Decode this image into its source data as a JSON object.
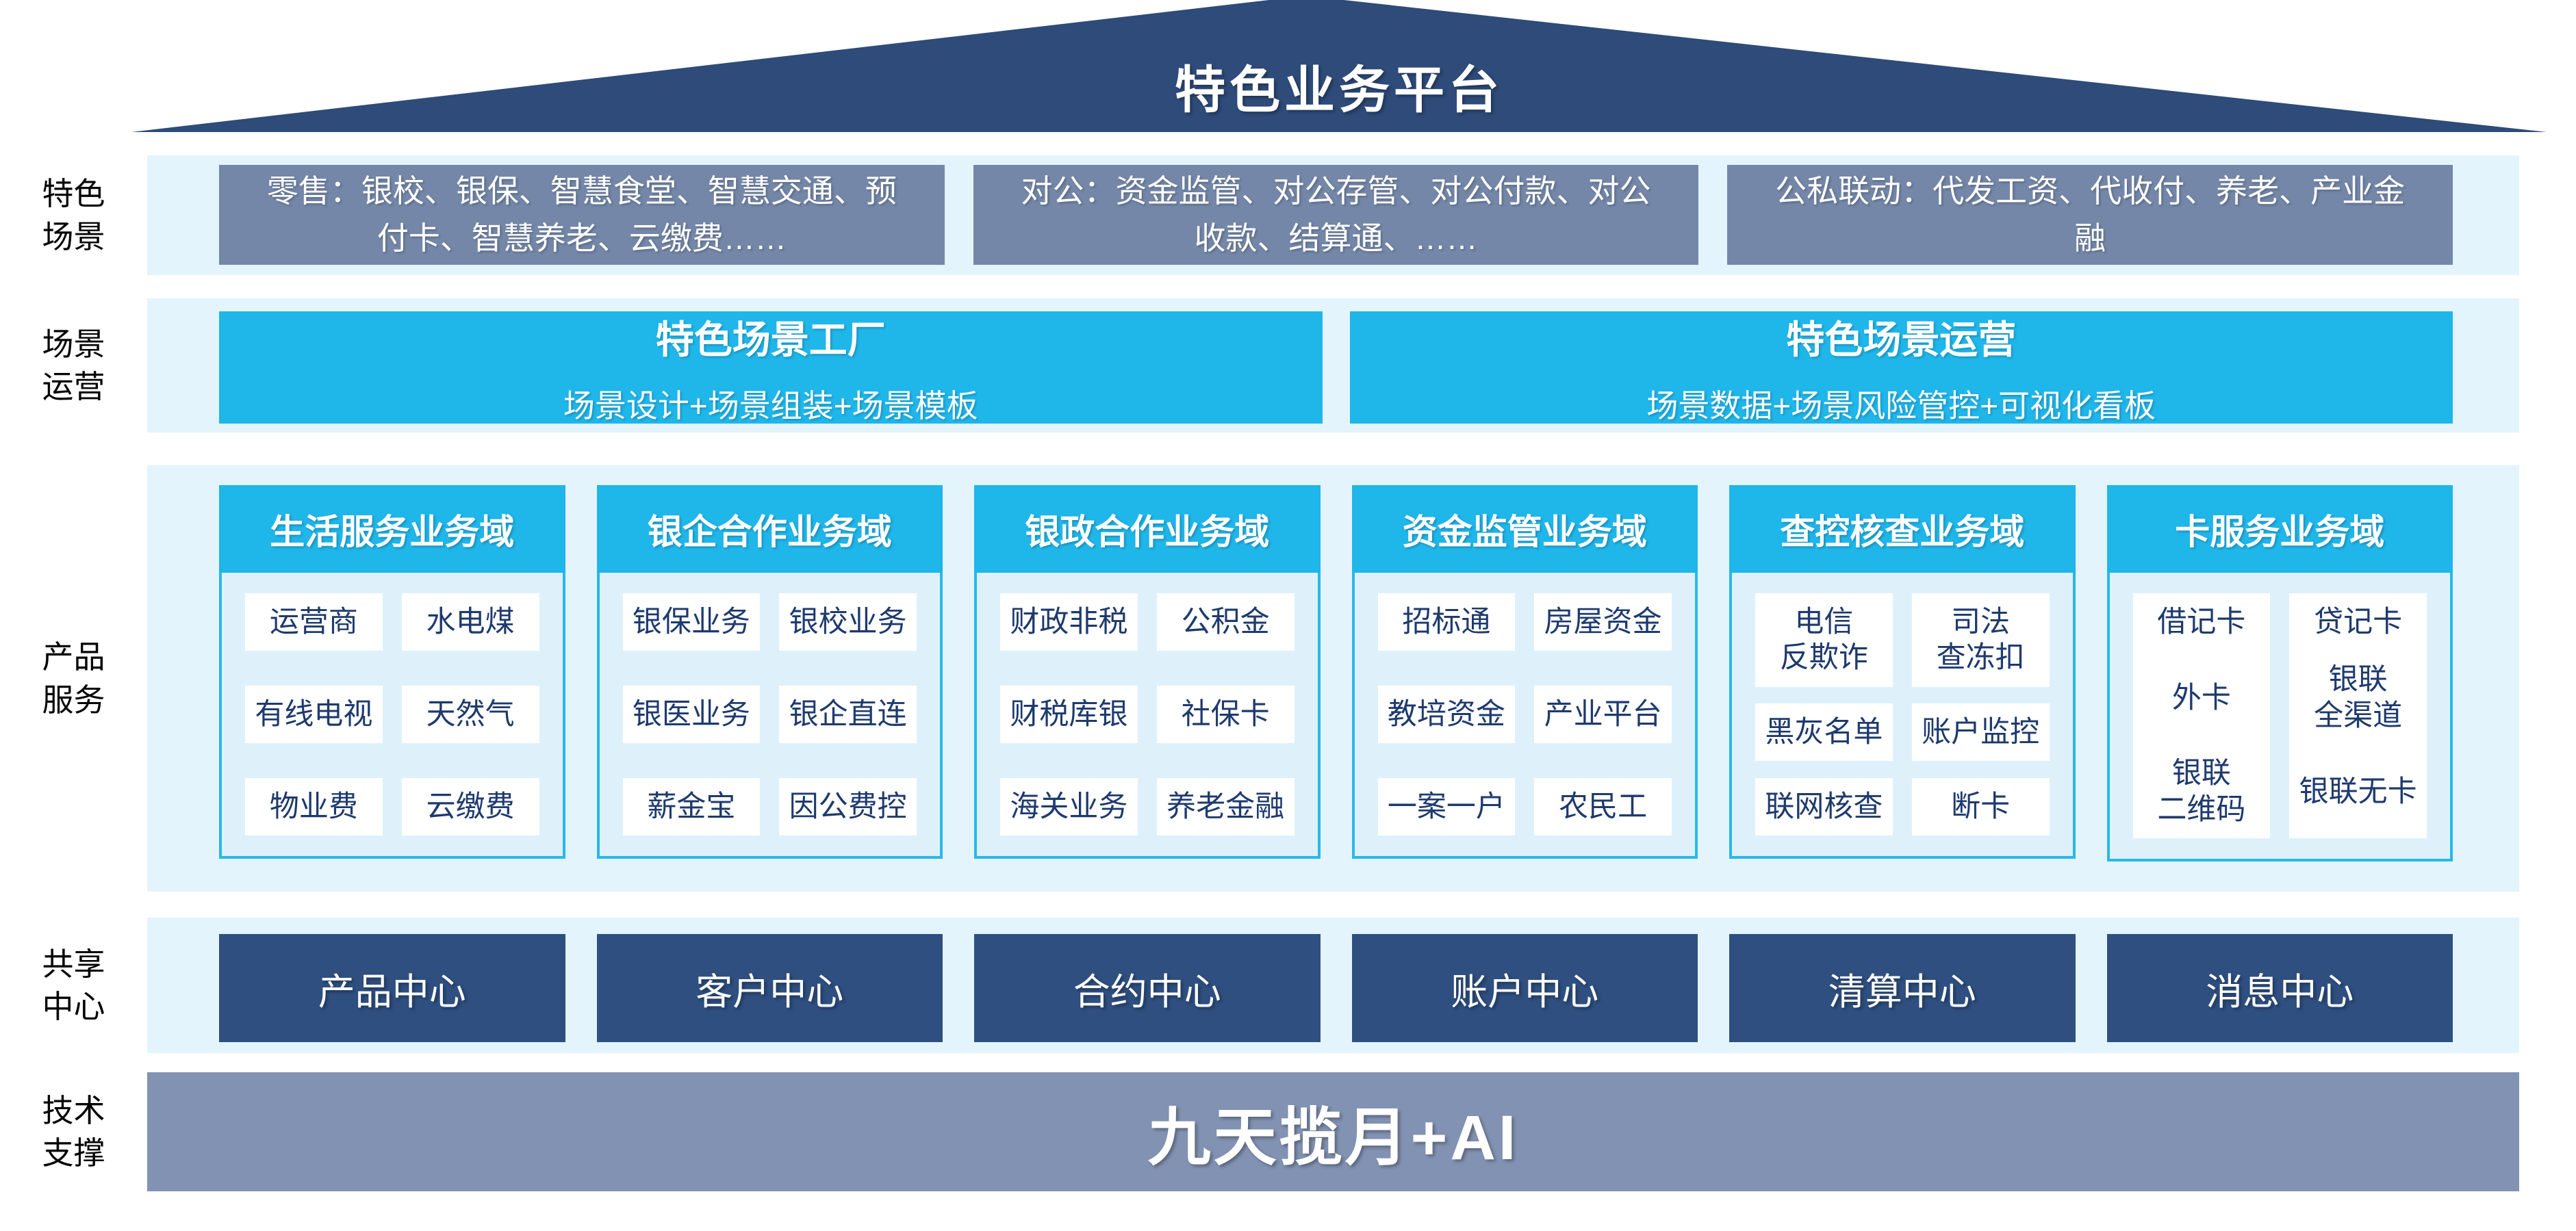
{
  "roof": {
    "title": "特色业务平台"
  },
  "scenes": {
    "label": "特色\n场景",
    "boxes": [
      "零售：银校、银保、智慧食堂、智慧交通、预付卡、智慧养老、云缴费……",
      "对公：资金监管、对公存管、对公付款、对公收款、结算通、……",
      "公私联动：代发工资、代收付、养老、产业金融"
    ]
  },
  "operations": {
    "label": "场景\n运营",
    "boxes": [
      {
        "title": "特色场景工厂",
        "subtitle": "场景设计+场景组装+场景模板"
      },
      {
        "title": "特色场景运营",
        "subtitle": "场景数据+场景风险管控+可视化看板"
      }
    ]
  },
  "products": {
    "label": "产品\n服务",
    "columns": [
      {
        "title": "生活服务业务域",
        "cells": [
          "运营商",
          "水电煤",
          "有线电视",
          "天然气",
          "物业费",
          "云缴费"
        ]
      },
      {
        "title": "银企合作业务域",
        "cells": [
          "银保业务",
          "银校业务",
          "银医业务",
          "银企直连",
          "薪金宝",
          "因公费控"
        ]
      },
      {
        "title": "银政合作业务域",
        "cells": [
          "财政非税",
          "公积金",
          "财税库银",
          "社保卡",
          "海关业务",
          "养老金融"
        ]
      },
      {
        "title": "资金监管业务域",
        "cells": [
          "招标通",
          "房屋资金",
          "教培资金",
          "产业平台",
          "一案一户",
          "农民工"
        ]
      },
      {
        "title": "查控核查业务域",
        "cells": [
          "电信\n反欺诈",
          "司法\n查冻扣",
          "黑灰名单",
          "账户监控",
          "联网核查",
          "断卡"
        ]
      },
      {
        "title": "卡服务业务域",
        "cells": [
          "借记卡",
          "贷记卡",
          "外卡",
          "银联\n全渠道",
          "银联\n二维码",
          "银联无卡"
        ]
      }
    ]
  },
  "shared": {
    "label": "共享\n中心",
    "centers": [
      "产品中心",
      "客户中心",
      "合约中心",
      "账户中心",
      "清算中心",
      "消息中心"
    ]
  },
  "tech": {
    "label": "技术\n支撑",
    "bar": "九天揽月+AI"
  },
  "colors": {
    "roof_navy": "#2E4B79",
    "scene_slate": "#7487A8",
    "cyan_accent": "#1FB6EA",
    "band_light_blue": "#E4F4FC",
    "body_light_blue": "#DEF1FB",
    "cell_text_navy": "#1E3A6E",
    "center_navy": "#2E4F80",
    "tech_slate": "#8292B2"
  }
}
